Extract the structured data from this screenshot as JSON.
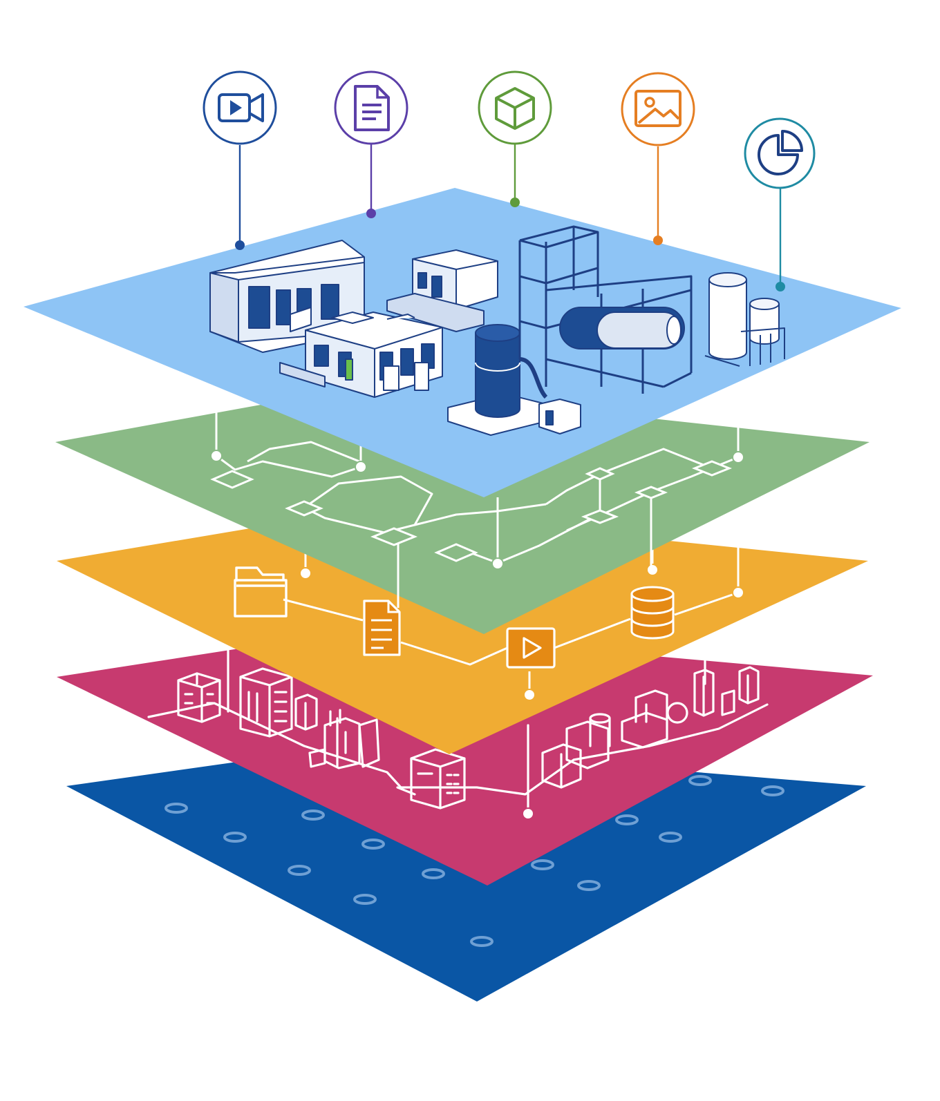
{
  "colors": {
    "background": "#ffffff",
    "line_white": "#ffffff",
    "layer_sensor": "#0a56a5",
    "layer_sensor_dot": "#6fa0d4",
    "layer_buildings": "#c73a6f",
    "layer_data": "#f0ac33",
    "layer_data_icon": "#e58a14",
    "layer_network": "#8aba86",
    "layer_facility": "#8ec4f5",
    "structure_stroke": "#1e3f84",
    "structure_fill": "#ffffff",
    "structure_shade": "#cfdcf0",
    "structure_dark": "#1d4c93"
  },
  "layers": [
    {
      "id": "sensor-grid-layer"
    },
    {
      "id": "building-layer"
    },
    {
      "id": "data-layer"
    },
    {
      "id": "network-layer"
    },
    {
      "id": "facility-layer"
    }
  ],
  "data_layer_icons": [
    "folder-icon",
    "document-icon",
    "video-play-icon",
    "database-icon"
  ],
  "top_icons": [
    {
      "name": "video-camera-icon",
      "color": "#1f4e9c"
    },
    {
      "name": "document-icon",
      "color": "#5b3fa8"
    },
    {
      "name": "cube-3d-model-icon",
      "color": "#5f9b3b"
    },
    {
      "name": "image-icon",
      "color": "#e57e22"
    },
    {
      "name": "pie-chart-icon",
      "color": "#1f8ba3"
    }
  ]
}
